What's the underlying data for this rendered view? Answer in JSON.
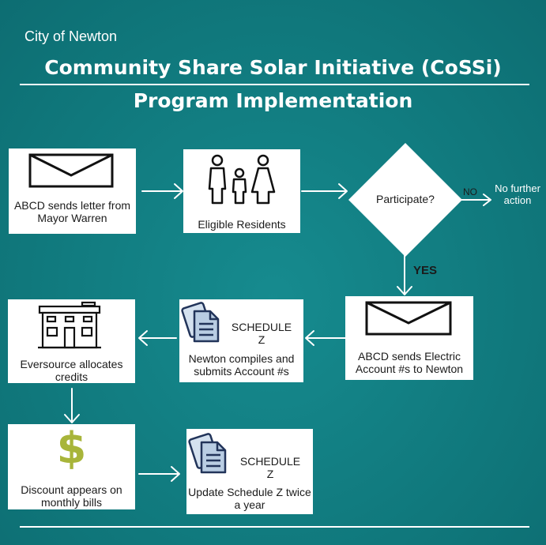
{
  "header": {
    "city": "City of Newton",
    "title_line1": "Community Share Solar Initiative (CoSSi)",
    "title_line2": "Program Implementation"
  },
  "nodes": {
    "abcd_letter": "ABCD sends letter from Mayor Warren",
    "eligible_residents": "Eligible Residents",
    "participate": "Participate?",
    "no_label": "NO",
    "no_further_action": "No further action",
    "yes_label": "YES",
    "abcd_electric": "ABCD sends Electric Account #s to Newton",
    "schedule_label": "SCHEDULE",
    "schedule_z": "Z",
    "newton_compiles": "Newton compiles and submits Account #s",
    "eversource": "Eversource allocates credits",
    "discount": "Discount appears on monthly bills",
    "update_schedule": "Update Schedule Z twice a year"
  },
  "icons": {
    "envelope": "envelope-icon",
    "people": "family-icon",
    "building": "building-icon",
    "documents": "documents-icon",
    "dollar": "dollar-sign-icon"
  },
  "colors": {
    "background": "#137e82",
    "dollar": "#a8b53a",
    "document_fill": "#b9cde3",
    "document_stroke": "#22345a"
  }
}
